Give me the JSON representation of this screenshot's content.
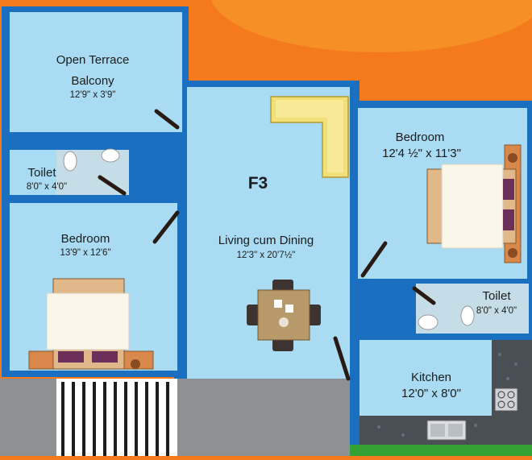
{
  "plan": {
    "unit_label": "F3",
    "colors": {
      "background": "#f47a1c",
      "room": "#a9dcf2",
      "wall": "#1a6fc0",
      "floor": "#8e9094",
      "kitchen_counter": "#4a4e55",
      "grass": "#33a133"
    },
    "rooms": [
      {
        "id": "open-terrace",
        "name": "Open Terrace",
        "dims": ""
      },
      {
        "id": "balcony",
        "name": "Balcony",
        "dims": "12'9\" x 3'9\""
      },
      {
        "id": "toilet-1",
        "name": "Toilet",
        "dims": "8'0\" x 4'0\""
      },
      {
        "id": "bedroom-1",
        "name": "Bedroom",
        "dims": "13'9\" x 12'6\""
      },
      {
        "id": "living-dining",
        "name": "Living cum Dining",
        "dims": "12'3\" x 20'7½\""
      },
      {
        "id": "bedroom-2",
        "name": "Bedroom",
        "dims": "12'4 ½\" x 11'3\""
      },
      {
        "id": "toilet-2",
        "name": "Toilet",
        "dims": "8'0\" x 4'0\""
      },
      {
        "id": "kitchen",
        "name": "Kitchen",
        "dims": "12'0\" x 8'0\""
      }
    ],
    "furniture": [
      "sofa-icon",
      "bed-icon",
      "dining-table-icon",
      "toilet-icon",
      "sink-icon",
      "stove-icon",
      "staircase-icon"
    ]
  }
}
